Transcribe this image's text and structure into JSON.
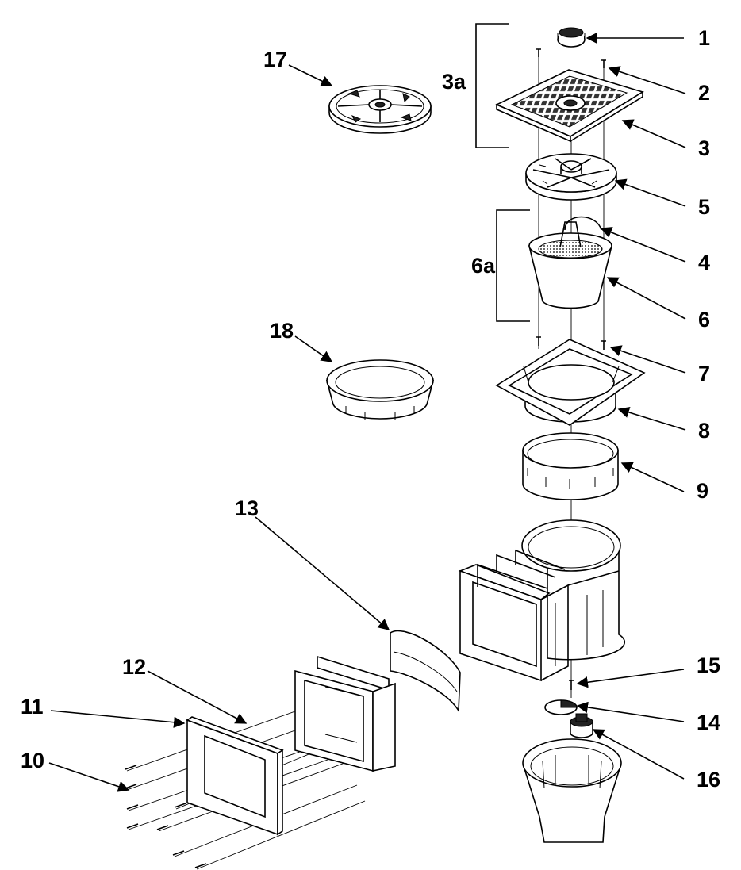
{
  "callouts": [
    {
      "id": "1",
      "label": "1"
    },
    {
      "id": "2",
      "label": "2"
    },
    {
      "id": "3",
      "label": "3"
    },
    {
      "id": "3a",
      "label": "3a"
    },
    {
      "id": "4",
      "label": "4"
    },
    {
      "id": "5",
      "label": "5"
    },
    {
      "id": "6",
      "label": "6"
    },
    {
      "id": "6a",
      "label": "6a"
    },
    {
      "id": "7",
      "label": "7"
    },
    {
      "id": "8",
      "label": "8"
    },
    {
      "id": "9",
      "label": "9"
    },
    {
      "id": "10",
      "label": "10"
    },
    {
      "id": "11",
      "label": "11"
    },
    {
      "id": "12",
      "label": "12"
    },
    {
      "id": "13",
      "label": "13"
    },
    {
      "id": "14",
      "label": "14"
    },
    {
      "id": "15",
      "label": "15"
    },
    {
      "id": "16",
      "label": "16"
    },
    {
      "id": "17",
      "label": "17"
    },
    {
      "id": "18",
      "label": "18"
    }
  ]
}
